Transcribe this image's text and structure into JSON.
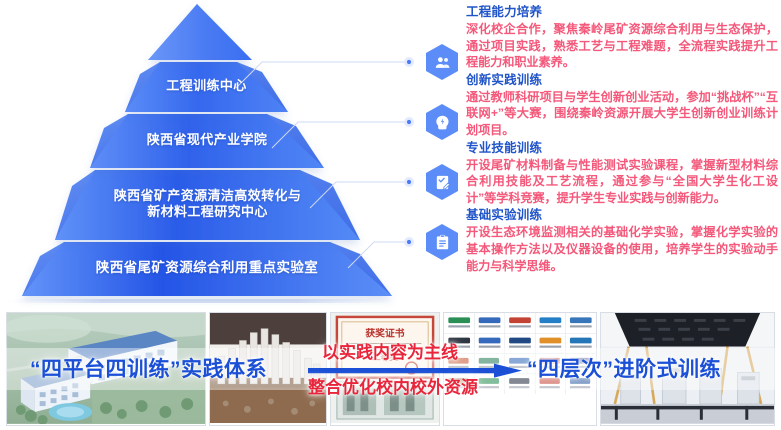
{
  "pyramid": {
    "layers": [
      {
        "id": "apex",
        "label": ""
      },
      {
        "id": "level-1",
        "label": "工程训练中心"
      },
      {
        "id": "level-2",
        "label": "陕西省现代产业学院"
      },
      {
        "id": "level-3",
        "label": "陕西省矿产资源清洁高效转化与\n新材料工程研究中心"
      },
      {
        "id": "level-4",
        "label": "陕西省尾矿资源综合利用重点实验室"
      }
    ],
    "colors": {
      "light": "#5b8cf7",
      "mid": "#2f62ea",
      "deep": "#1f4fd8",
      "shade": "#2b58d8",
      "apex_light": "#6b97f8",
      "apex_deep": "#3a6ef0"
    }
  },
  "connectors": {
    "line_color": "#cfd9f5",
    "dot_outer": "#dbe4fb",
    "dot_inner": "#4a7bf3"
  },
  "icons": [
    {
      "name": "users-icon",
      "hex_color": "#5b8cf7"
    },
    {
      "name": "idea-head-icon",
      "hex_color": "#5b8cf7"
    },
    {
      "name": "checklist-pen-icon",
      "hex_color": "#5b8cf7"
    },
    {
      "name": "clipboard-icon",
      "hex_color": "#5b8cf7"
    }
  ],
  "right_text": {
    "title_color": "#2054c9",
    "body_color": "#f4587a",
    "blocks": [
      {
        "title": "工程能力培养",
        "body": "深化校企合作，聚焦秦岭尾矿资源综合利用与生态保护，通过项目实践，熟悉工艺与工程难题，全流程实践提升工程能力和职业素养。"
      },
      {
        "title": "创新实践训练",
        "body": "通过教师科研项目与学生创新创业活动，参加“挑战杯”“互联网+”等大赛，围绕秦岭资源开展大学生创新创业训练计划项目。"
      },
      {
        "title": "专业技能训练",
        "body": "开设尾矿材料制备与性能测试实验课程，掌握新型材料综合利用技能及工艺流程，通过参与“全国大学生化工设计”等学科竞赛，提升学生专业实践与创新能力。"
      },
      {
        "title": "基础实验训练",
        "body": "开设生态环境监测相关的基础化学实验，掌握化学实验的基本操作方法以及仪器设备的使用，培养学生的实验动手能力与科学思维。"
      }
    ]
  },
  "bottom": {
    "photos": [
      {
        "name": "campus-aerial-photo",
        "alt": "校园航拍"
      },
      {
        "name": "tailings-sample-photo",
        "alt": "尾矿样品"
      },
      {
        "name": "award-certificate-photo",
        "alt": "获奖证书"
      },
      {
        "name": "partner-logos-photo",
        "alt": "合作企业标识"
      },
      {
        "name": "laboratory-photo",
        "alt": "实验室"
      }
    ],
    "overlay": {
      "left_label": "“四平台四训练”实践体系",
      "mid_top": "以实践内容为主线",
      "mid_bottom": "整合优化校内校外资源",
      "right_label": "“四层次”进阶式训练",
      "arrow_color": "#1a4fd6",
      "blue": "#1a4fd6",
      "red": "#e8253a"
    }
  }
}
